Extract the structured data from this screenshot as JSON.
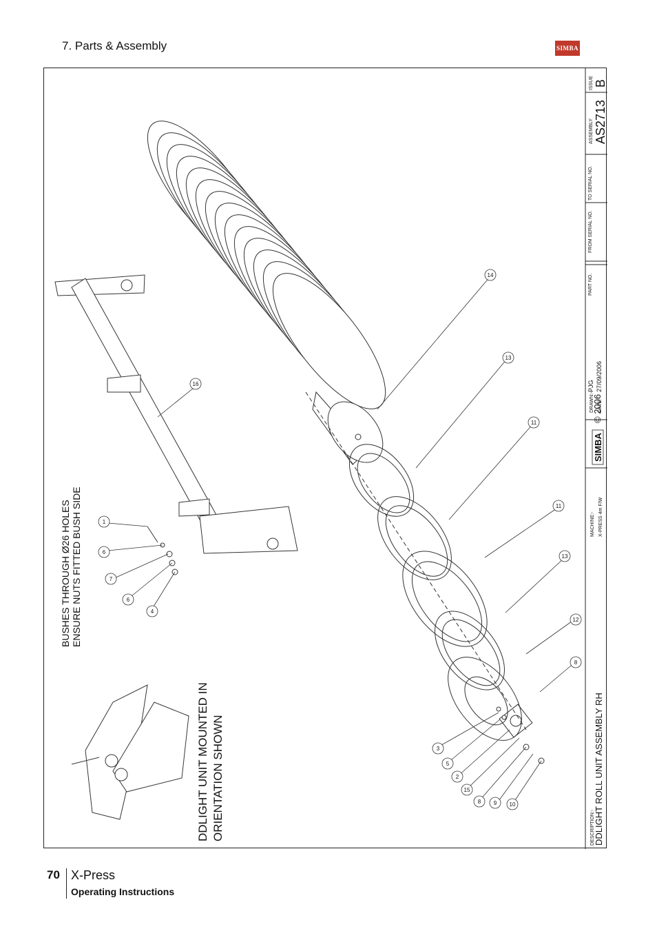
{
  "header": {
    "section_title": "7. Parts & Assembly",
    "logo_text": "SIMBA"
  },
  "notes": {
    "bushes_line1": "BUSHES THROUGH Ø26 HOLES",
    "bushes_line2": "ENSURE NUTS FITTED BUSH SIDE",
    "orientation_line1": "DDLIGHT UNIT MOUNTED IN",
    "orientation_line2": "ORIENTATION SHOWN"
  },
  "callouts": [
    "1",
    "6",
    "7",
    "6",
    "4",
    "16",
    "14",
    "13",
    "11",
    "11",
    "13",
    "12",
    "8",
    "3",
    "5",
    "2",
    "15",
    "8",
    "9",
    "10"
  ],
  "title_block": {
    "description_label": "DESCRIPTION:-",
    "description": "DDLIGHT ROLL UNIT ASSEMBLY RH",
    "machine_label": "MACHINE:-",
    "machine": "X-PRESS 4m F/W",
    "logo": "SIMBA",
    "copyright": "© 2006",
    "drawn_label": "DRAWN:-",
    "drawn_by": "PJG",
    "date_label": "DATE:-",
    "date": "27/09/2006",
    "part_no_label": "PART NO.",
    "from_serial_label": "FROM SERIAL NO.",
    "to_serial_label": "TO SERIAL NO.",
    "assembly_label": "ASSEMBLY",
    "assembly_no": "AS2713",
    "issue_label": "ISSUE",
    "issue": "B"
  },
  "footer": {
    "page_number": "70",
    "product": "X-Press",
    "subtitle": "Operating Instructions"
  }
}
